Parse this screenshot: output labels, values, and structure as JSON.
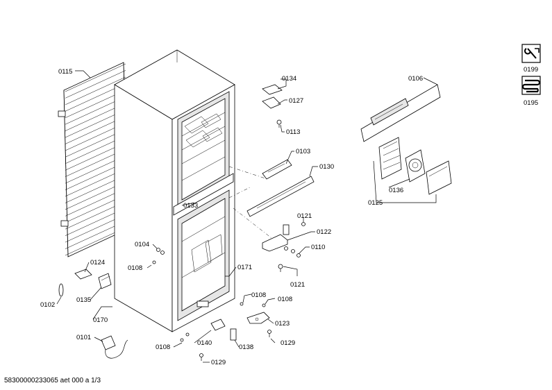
{
  "callouts": {
    "c0115": "0115",
    "c0134": "0134",
    "c0127": "0127",
    "c0113": "0113",
    "c0103": "0103",
    "c0130": "0130",
    "c0133": "0133",
    "c0121a": "0121",
    "c0122": "0122",
    "c0110": "0110",
    "c0121b": "0121",
    "c0104": "0104",
    "c0108a": "0108",
    "c0171": "0171",
    "c0124": "0124",
    "c0135": "0135",
    "c0102": "0102",
    "c0170": "0170",
    "c0101": "0101",
    "c0108b": "0108",
    "c0108c": "0108",
    "c0123": "0123",
    "c0140": "0140",
    "c0138": "0138",
    "c0129a": "0129",
    "c0129b": "0129",
    "c0108d": "0108",
    "c0106": "0106",
    "c0136": "0136",
    "c0125": "0125",
    "c0199": "0199",
    "c0195": "0195"
  },
  "footer": "58300000233065 aet 000 a 1/3",
  "icons": [
    "service-wrench-icon",
    "coil-heater-icon"
  ]
}
